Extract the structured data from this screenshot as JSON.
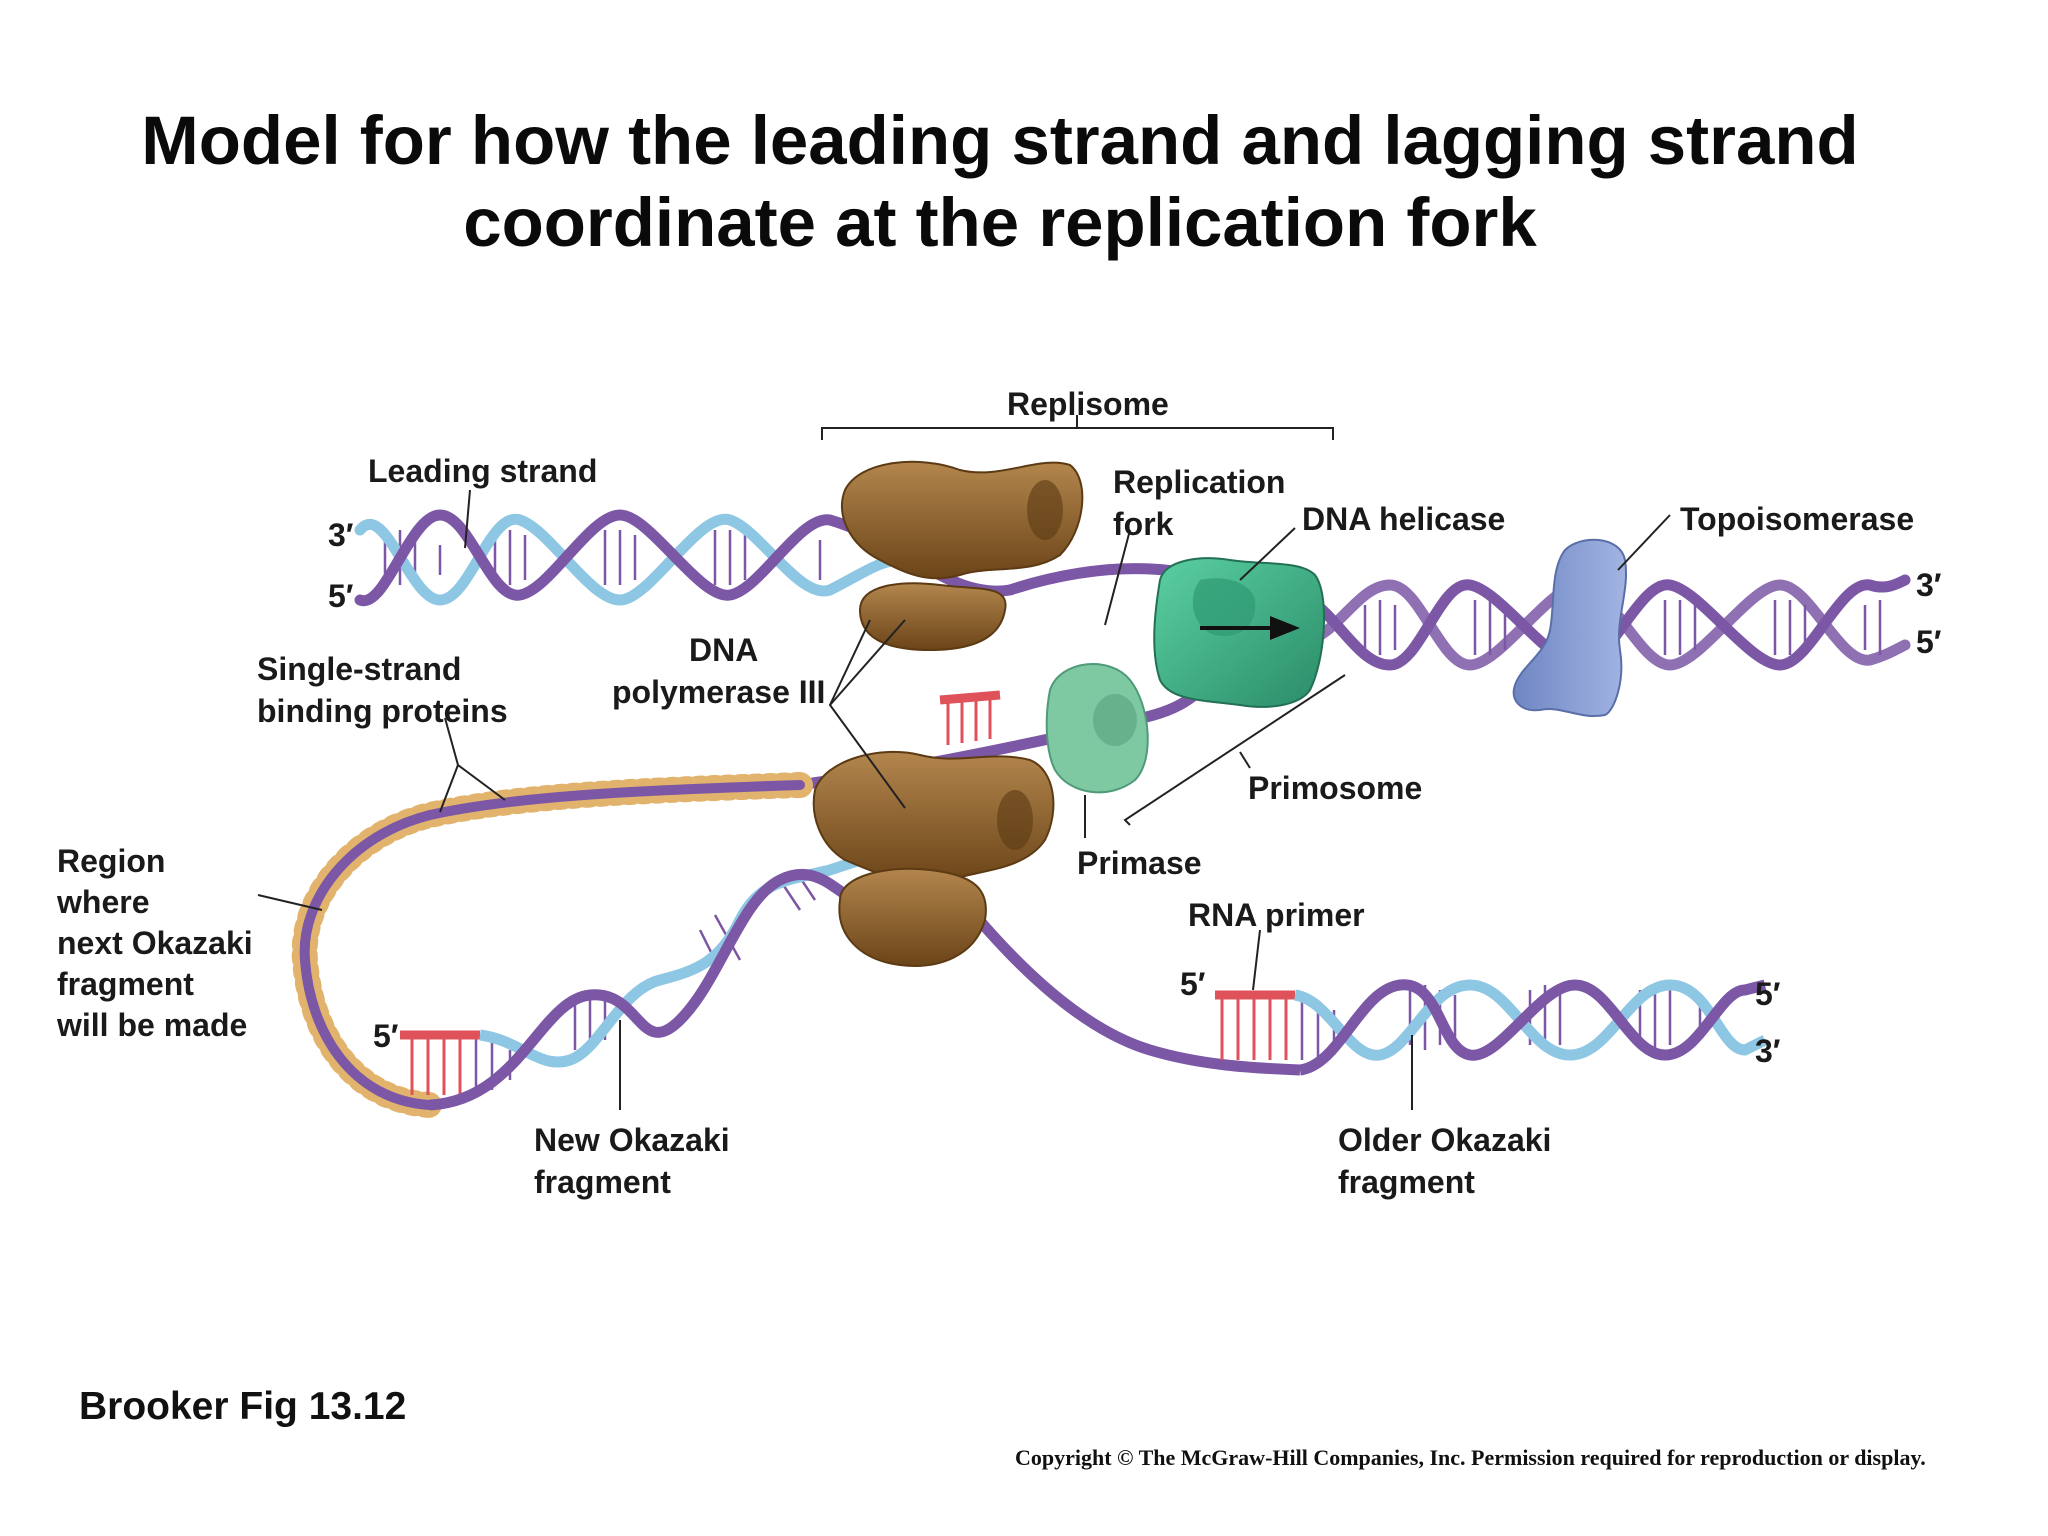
{
  "title": {
    "line1": "Model for how the leading strand and lagging strand",
    "line2": "coordinate at the replication fork"
  },
  "labels": {
    "replisome": "Replisome",
    "leading_strand": "Leading strand",
    "replication_fork_1": "Replication",
    "replication_fork_2": "fork",
    "dna_helicase": "DNA helicase",
    "topoisomerase": "Topoisomerase",
    "ssb_1": "Single-strand",
    "ssb_2": "binding proteins",
    "pol3_1": "DNA",
    "pol3_2": "polymerase III",
    "primosome": "Primosome",
    "primase": "Primase",
    "rna_primer": "RNA primer",
    "region_1": "Region",
    "region_2": "where",
    "region_3": "next Okazaki",
    "region_4": "fragment",
    "region_5": "will be made",
    "new_okazaki_1": "New Okazaki",
    "new_okazaki_2": "fragment",
    "older_okazaki_1": "Older Okazaki",
    "older_okazaki_2": "fragment"
  },
  "end_labels": {
    "left_top": "3′",
    "left_bottom": "5′",
    "right_top": "3′",
    "right_bottom": "5′",
    "lower_right_top": "5′",
    "lower_right_bottom": "3′",
    "lagging_left": "5′",
    "primer_5": "5′"
  },
  "caption": "Brooker Fig 13.12",
  "copyright": "Copyright © The McGraw-Hill Companies, Inc. Permission required for reproduction or display.",
  "colors": {
    "purple_strand": "#7b57a6",
    "blue_strand": "#8ec7e4",
    "polymerase": "#8a5e2b",
    "helicase": "#3fae86",
    "primase": "#7fc9a2",
    "topoisomerase": "#7f95cd",
    "rna_primer": "#e0525a",
    "ssb": "#e2b36d"
  }
}
